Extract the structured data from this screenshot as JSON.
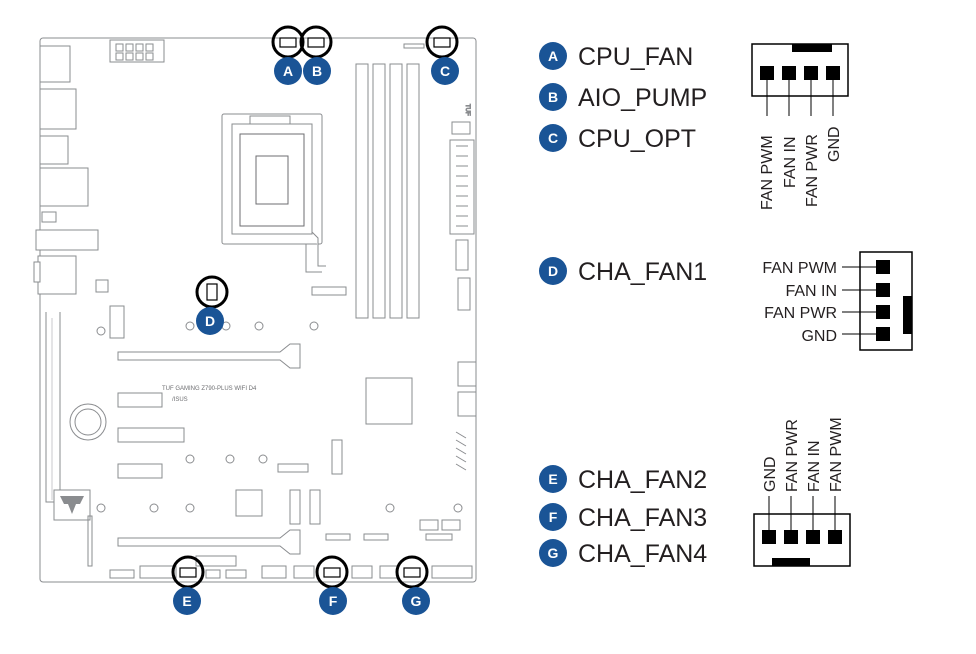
{
  "board": {
    "model_text": "TUF GAMING Z790-PLUS WIFI D4",
    "brand_text": "/ISUS"
  },
  "badges": {
    "A": "A",
    "B": "B",
    "C": "C",
    "D": "D",
    "E": "E",
    "F": "F",
    "G": "G"
  },
  "legend": [
    {
      "letter": "A",
      "label": "CPU_FAN"
    },
    {
      "letter": "B",
      "label": "AIO_PUMP"
    },
    {
      "letter": "C",
      "label": "CPU_OPT"
    },
    {
      "letter": "D",
      "label": "CHA_FAN1"
    },
    {
      "letter": "E",
      "label": "CHA_FAN2"
    },
    {
      "letter": "F",
      "label": "CHA_FAN3"
    },
    {
      "letter": "G",
      "label": "CHA_FAN4"
    }
  ],
  "pinouts": {
    "top": [
      "FAN PWM",
      "FAN IN",
      "FAN PWR",
      "GND"
    ],
    "middle": [
      "FAN PWM",
      "FAN IN",
      "FAN PWR",
      "GND"
    ],
    "bottom": [
      "GND",
      "FAN PWR",
      "FAN IN",
      "FAN PWM"
    ]
  },
  "colors": {
    "badge": "#1a5496",
    "outline": "#000000",
    "board_line": "#8a8c8f"
  }
}
